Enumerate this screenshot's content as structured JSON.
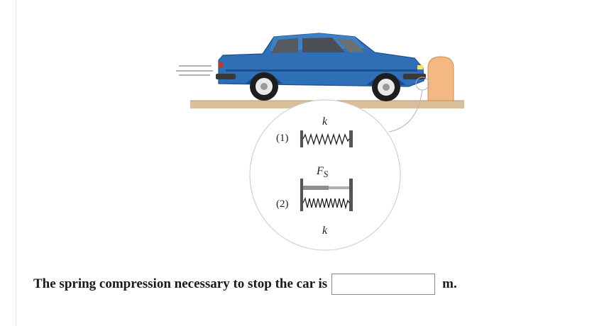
{
  "diagram": {
    "spring_label_top": "k",
    "force_label_main": "F",
    "force_label_sub": "S",
    "spring_label_bottom": "k",
    "config_label_1": "(1)",
    "config_label_2": "(2)"
  },
  "question": {
    "prompt": "The spring compression necessary to stop the car is",
    "answer_value": "",
    "unit": "m."
  },
  "colors": {
    "car_body": "#2f6fb5",
    "car_body_dark": "#1d4f8f",
    "barrier": "#f4b982",
    "ground": "#d9c09a"
  }
}
